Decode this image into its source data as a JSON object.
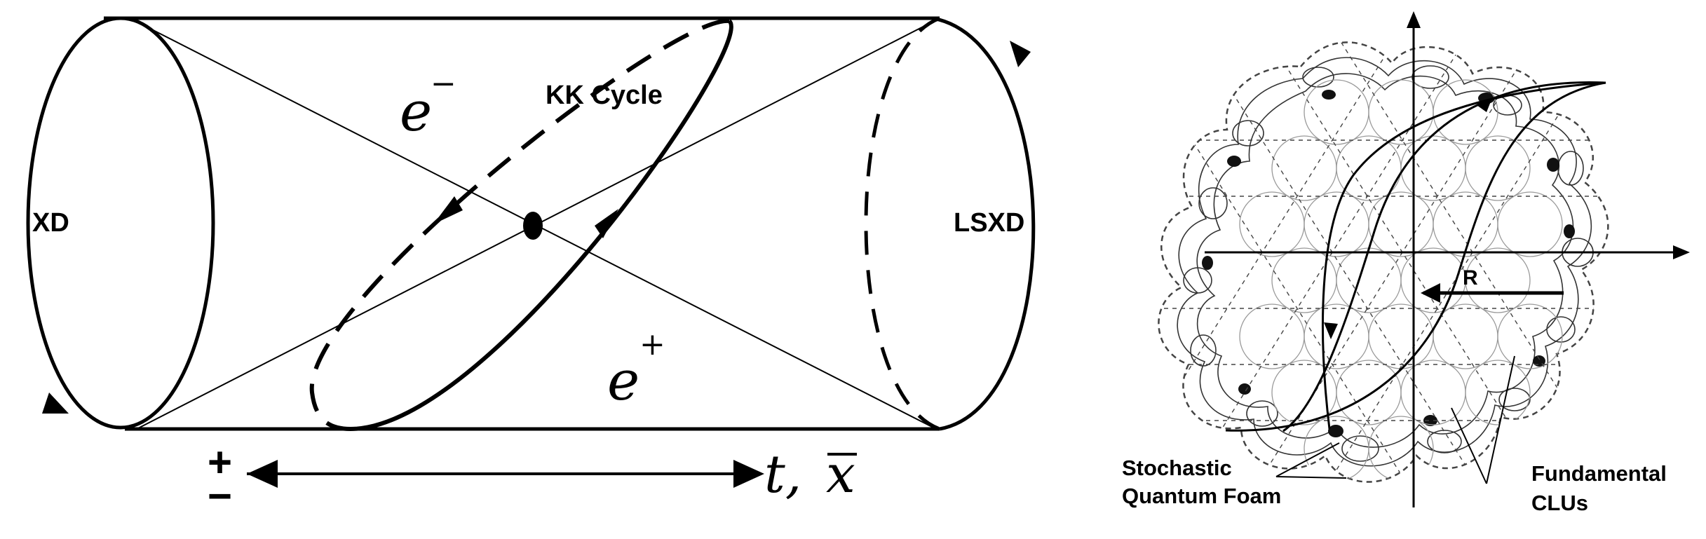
{
  "left_diagram": {
    "xd_label": "XD",
    "lsxd_label": "LSXD",
    "kk_cycle_label": "KK Cycle",
    "electron_label": "e",
    "electron_sup": "−",
    "positron_label": "e",
    "positron_sup": "+",
    "plus_minus_top": "+",
    "plus_minus_bottom": "−",
    "axis_label_t": "t,",
    "axis_label_x": "x"
  },
  "right_diagram": {
    "radius_label": "R",
    "foam_label_line1": "Stochastic",
    "foam_label_line2": "Quantum Foam",
    "clu_label_line1": "Fundamental",
    "clu_label_line2": "CLUs"
  }
}
